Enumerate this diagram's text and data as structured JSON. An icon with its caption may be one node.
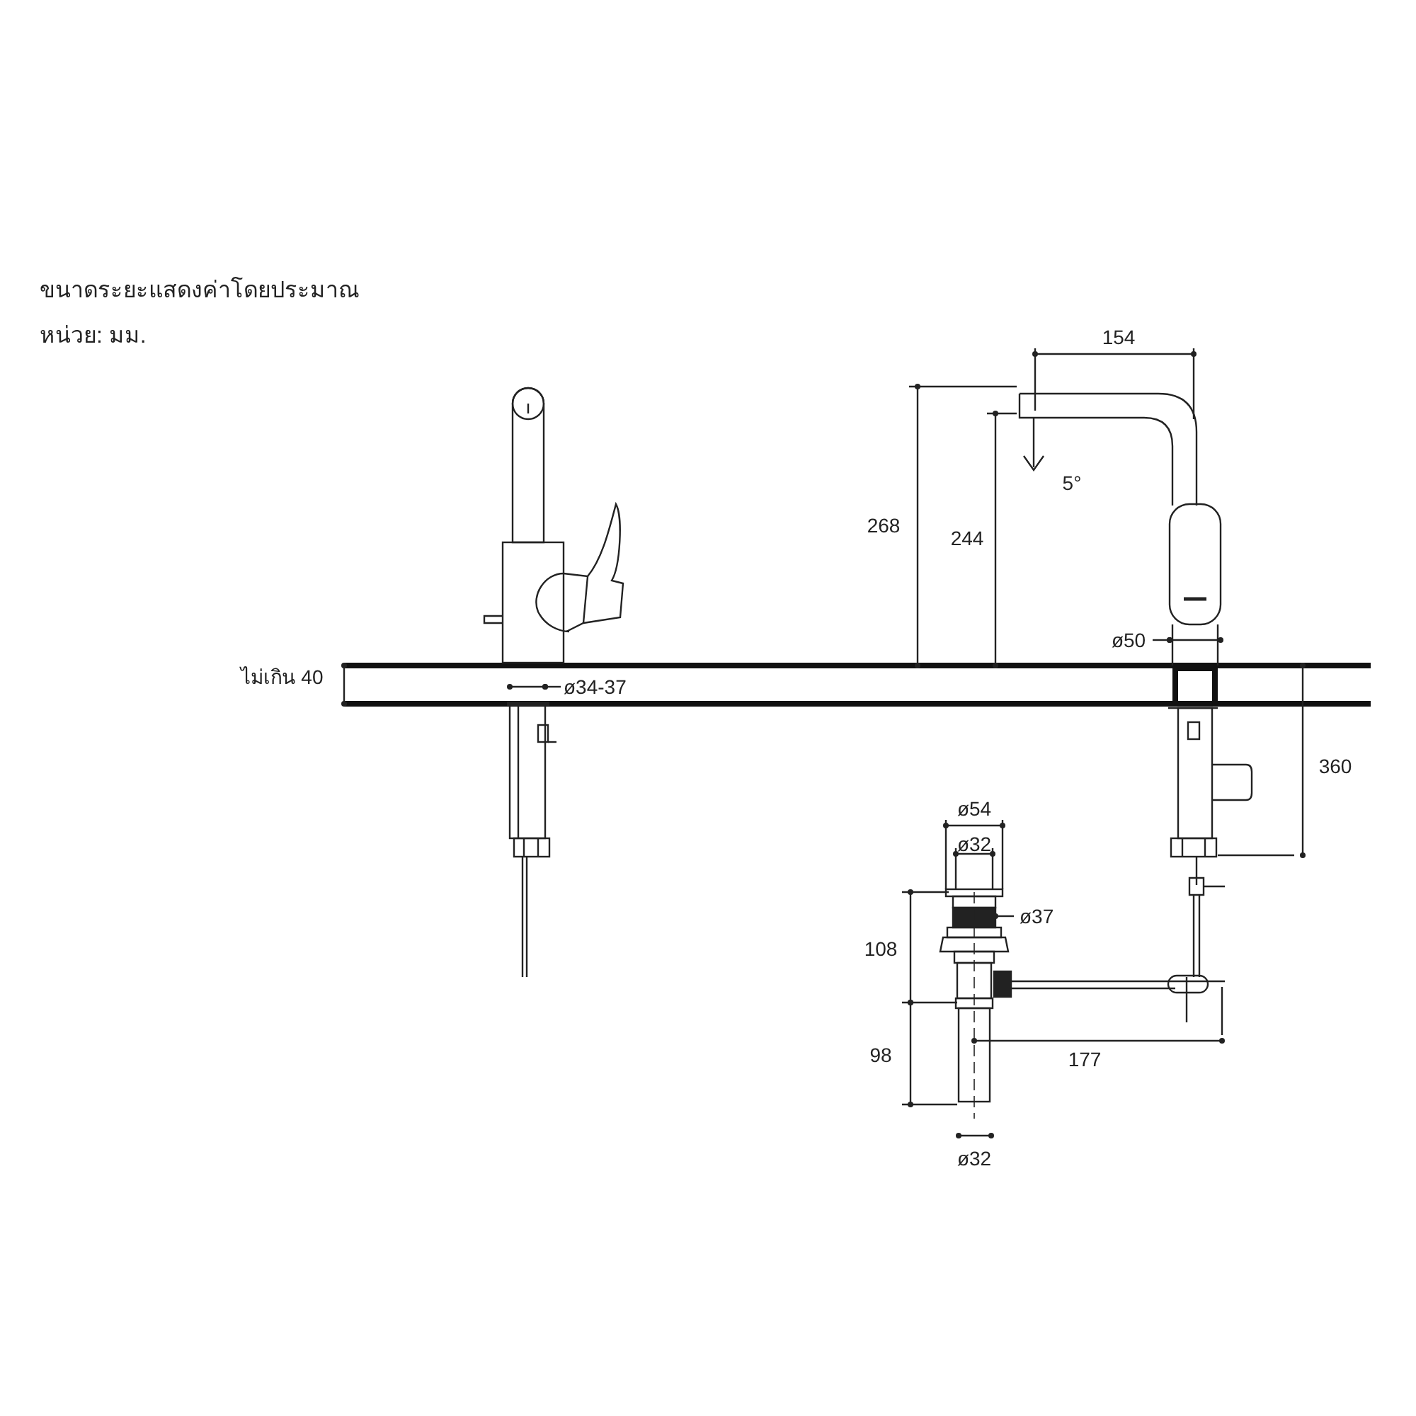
{
  "diagram": {
    "labels": [
      "ขนาดระยะแสดงค่าโดยประมาณ",
      "หน่วย: มม.",
      "154",
      "5°",
      "268",
      "244",
      "ไม่เกิน 40",
      "ø34-37",
      "ø50",
      "360",
      "ø54",
      "ø32",
      "ø37",
      "108",
      "177",
      "98",
      "ø32"
    ]
  }
}
